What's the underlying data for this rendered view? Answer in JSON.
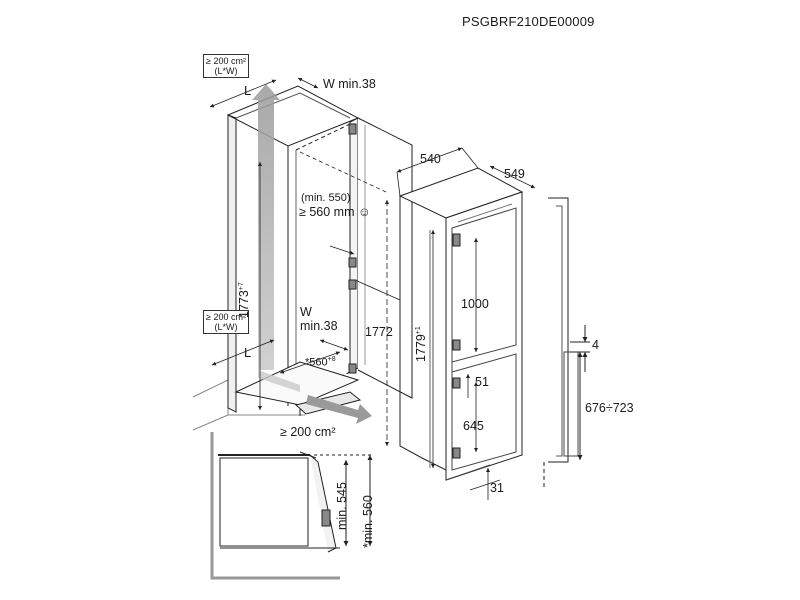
{
  "header": {
    "code": "PSGBRF210DE00009"
  },
  "labels": {
    "vent_top_line1": "≥ 200 cm²",
    "vent_top_line2": "(L*W)",
    "vent_mid_line1": "≥ 200 cm²",
    "vent_mid_line2": "(L*W)",
    "L_top": "L",
    "L_bottom": "L",
    "W_top": "W min.38",
    "W_bottom_1": "W",
    "W_bottom_2": "min.38",
    "min550": "(min. 550)",
    "ge560": "≥ 560 mm ☺",
    "h1773": "1773",
    "h1773_sup": "+7",
    "h1772": "1772",
    "d560": "*560",
    "d560_sup": "+8",
    "vent_bottom": "≥ 200 cm²",
    "w540": "540",
    "w549": "549",
    "h1779": "1779",
    "h1779_sup": "+1",
    "h1000": "1000",
    "d51": "51",
    "h645": "645",
    "d31": "31",
    "d4": "4",
    "r676": "676÷723",
    "min545": "min. 545",
    "min560": "*min. 560"
  }
}
